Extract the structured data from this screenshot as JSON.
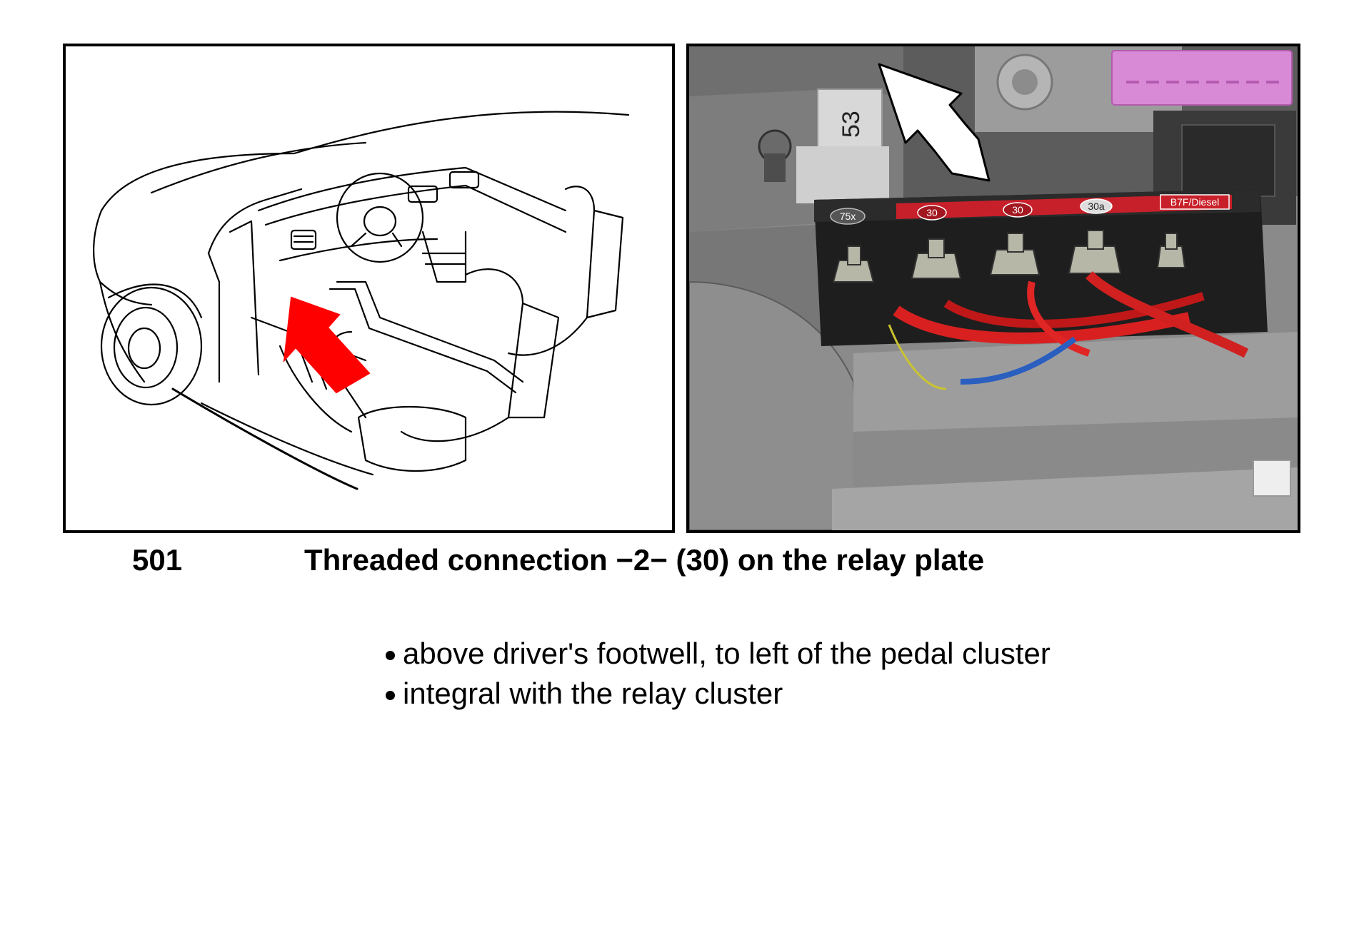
{
  "figure": {
    "number": "501",
    "title": "Threaded connection −2− (30) on the relay plate"
  },
  "notes": [
    "above driver's footwell, to left of the pedal cluster",
    "integral with the relay cluster"
  ],
  "relay_plate_labels": [
    "75x",
    "30",
    "30",
    "30a",
    "B7F/Diesel"
  ],
  "relay_number": "53",
  "colors": {
    "arrow_red": "#ff0000",
    "relay_plate_red": "#c8202a",
    "connector_pink": "#d98ad6"
  },
  "icons": {
    "left_arrow": "red-arrow-icon",
    "right_arrow": "white-arrow-icon"
  }
}
